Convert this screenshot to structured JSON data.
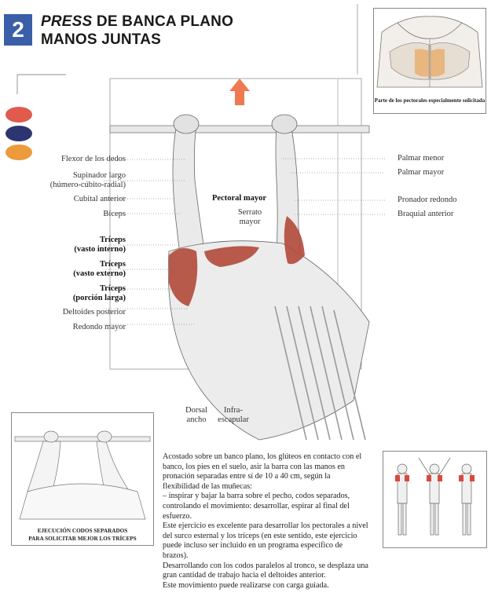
{
  "header": {
    "number": "2",
    "title_italic": "PRESS",
    "title_rest": "DE BANCA PLANO",
    "title_line2": "MANOS JUNTAS"
  },
  "colors": {
    "badge": "#3a5fa8",
    "dot_red": "#e05a4e",
    "dot_navy": "#2c3570",
    "dot_orange": "#ec9a3c",
    "muscle": "#b34a3a",
    "arrow": "#ef7a52"
  },
  "inset_top": {
    "caption": "Parte de los pectorales especialmente solicitada"
  },
  "labels_left": [
    {
      "text": "Flexor de los dedos",
      "bold": false
    },
    {
      "text": "Supinador largo",
      "bold": false
    },
    {
      "text": "(húmero-cúbito-radial)",
      "bold": false
    },
    {
      "text": "Cubital anterior",
      "bold": false
    },
    {
      "text": "Bíceps",
      "bold": false
    },
    {
      "text": "Tríceps",
      "bold": true
    },
    {
      "text": "(vasto interno)",
      "bold": true
    },
    {
      "text": "Tríceps",
      "bold": true
    },
    {
      "text": "(vasto externo)",
      "bold": true
    },
    {
      "text": "Tríceps",
      "bold": true
    },
    {
      "text": "(porción larga)",
      "bold": true
    },
    {
      "text": "Deltoides posterior",
      "bold": false
    },
    {
      "text": "Redondo mayor",
      "bold": false
    }
  ],
  "labels_center": {
    "pectoral": "Pectoral mayor",
    "serrato_1": "Serrato",
    "serrato_2": "mayor",
    "dorsal_1": "Dorsal",
    "dorsal_2": "ancho",
    "infra_1": "Infra-",
    "infra_2": "escapular"
  },
  "labels_right": [
    "Palmar menor",
    "Palmar mayor",
    "Pronador redondo",
    "Braquial anterior"
  ],
  "inset_bottom": {
    "caption_1": "EJECUCIÓN CODOS SEPARADOS",
    "caption_2": "PARA SOLICITAR MEJOR LOS TRÍCEPS"
  },
  "description": [
    "Acostado sobre un banco plano, los glúteos en contacto con el banco, los pies en el suelo, asir la barra con las manos en pronación separadas entre sí de 10 a 40 cm, según la flexibilidad de las muñecas:",
    "– inspirar y bajar la barra sobre el pecho, codos separados, controlando el movimiento: desarrollar, espirar al final del esfuerzo.",
    "Este ejercicio es excelente para desarrollar los pectorales a nivel del surco esternal y los tríceps (en este sentido, este ejercicio puede incluso ser incluido en un programa específico de brazos).",
    "Desarrollando con los codos paralelos al tronco, se desplaza una gran cantidad de trabajo hacia el deltoides anterior.",
    "Este movimiento puede realizarse con carga guiada."
  ]
}
